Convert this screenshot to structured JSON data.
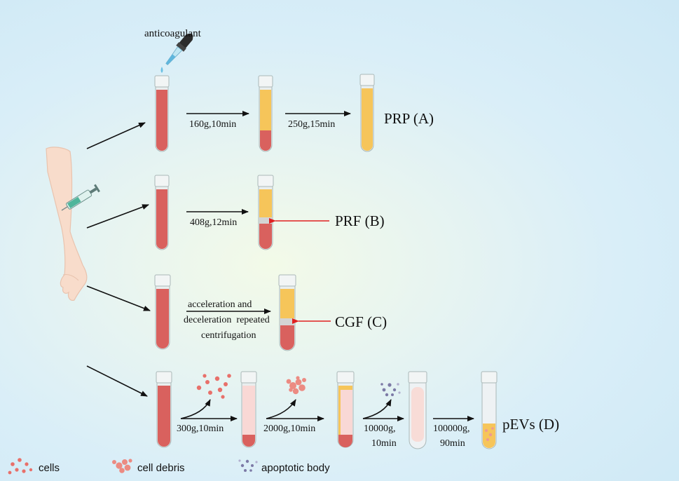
{
  "top_label": "anticoagulant",
  "rows": [
    {
      "result": "PRP (A)",
      "steps": [
        "160g,10min",
        "250g,15min"
      ]
    },
    {
      "result": "PRF (B)",
      "steps": [
        "408g,12min"
      ]
    },
    {
      "result": "CGF (C)",
      "steps": [
        "acceleration and",
        "deceleration  repeated",
        "centrifugation"
      ]
    },
    {
      "result": "pEVs (D)",
      "steps": [
        "300g,10min",
        "2000g,10min",
        "10000g,",
        "10min",
        "100000g,",
        "90min"
      ]
    }
  ],
  "legend": {
    "cells": "cells",
    "cell_debris": "cell debris",
    "apoptotic_body": "apoptotic body"
  },
  "colors": {
    "blood": "#d9615e",
    "blood_dark": "#c84a48",
    "plasma": "#f6c55a",
    "plasma_light": "#f9d47c",
    "buffy": "#d9d9d9",
    "tube_glass": "#e9eeee",
    "arrow": "#111111",
    "pointer": "#e02020",
    "skin": "#f7dccd",
    "apoptotic": "#7c7aa6"
  },
  "icons": [
    "dropper-icon",
    "syringe-icon",
    "arm-icon"
  ]
}
